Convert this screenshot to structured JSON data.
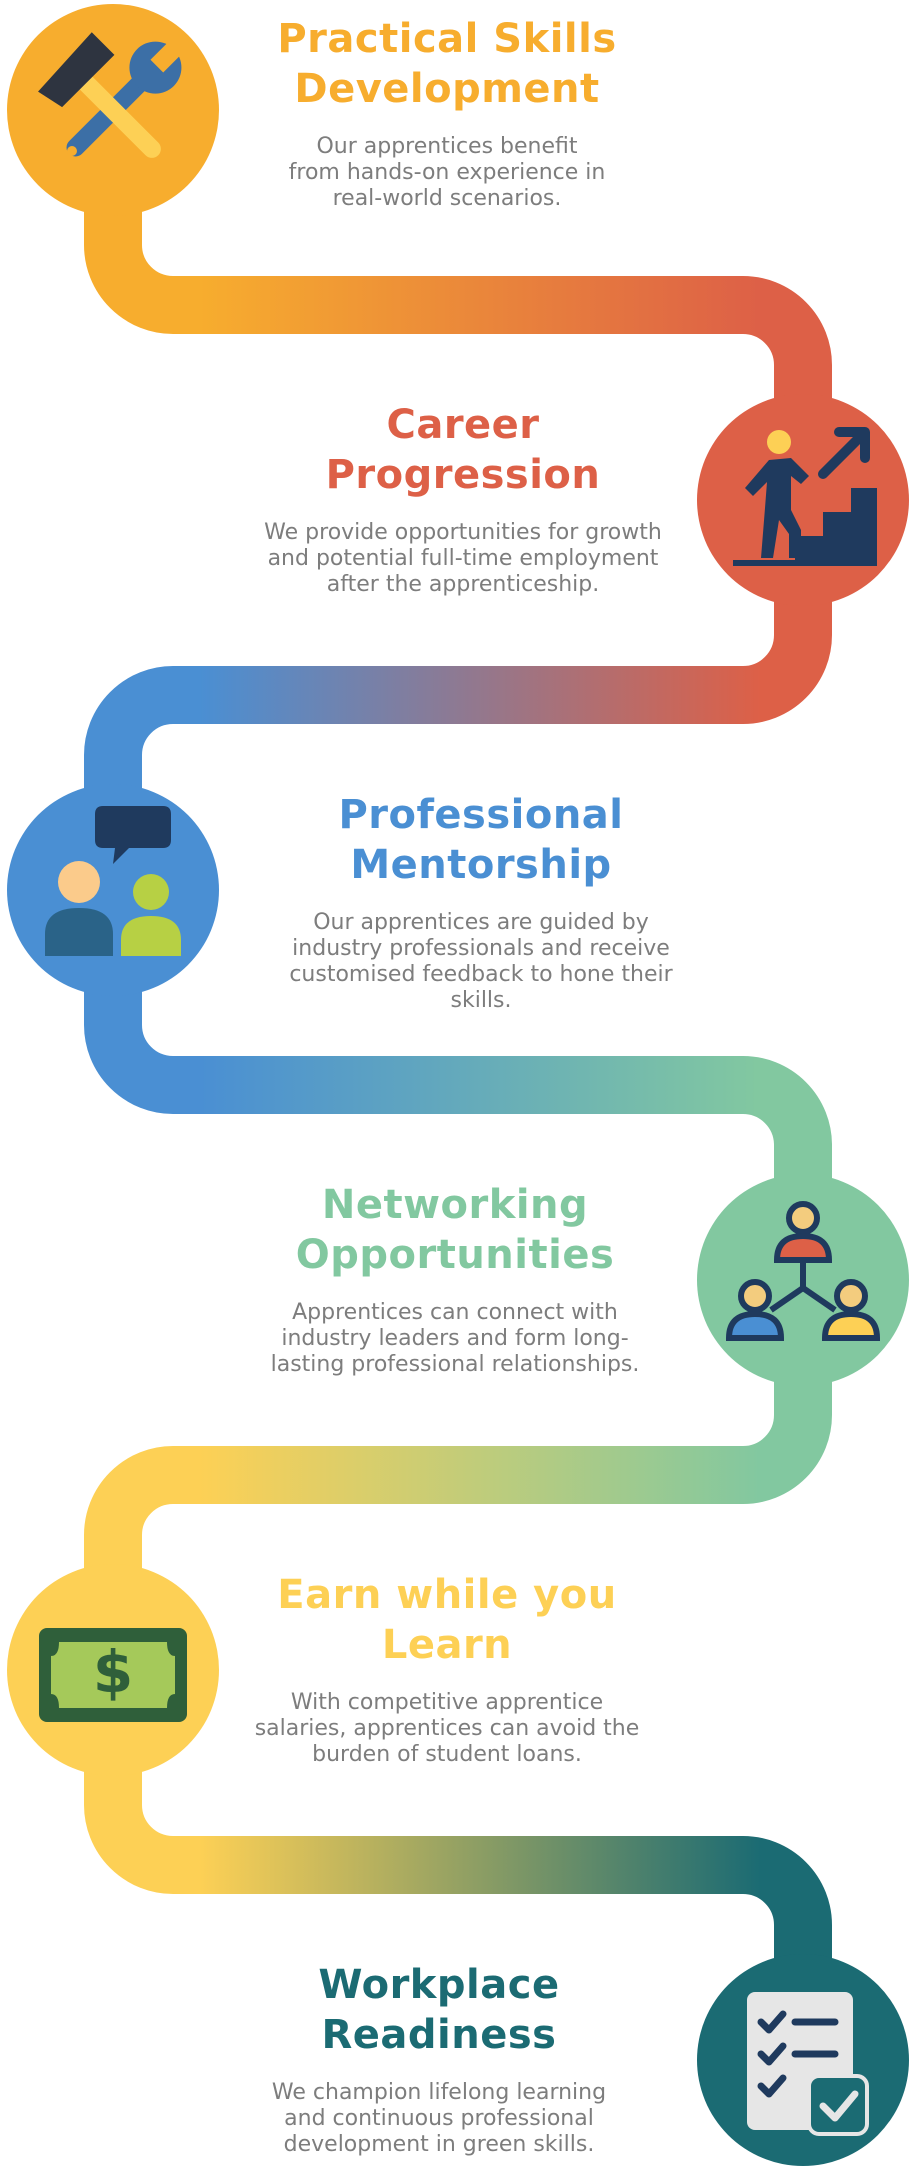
{
  "colors": {
    "orange": "#F7AD2E",
    "red": "#DD6047",
    "blue": "#4A8FD3",
    "green": "#82C8A0",
    "yellow": "#FDD055",
    "teal": "#1B6B73",
    "navy": "#1F3A5E",
    "text_gray": "#7d7d7d"
  },
  "steps": [
    {
      "title": [
        "Practical Skills",
        "Development"
      ],
      "description": [
        "Our apprentices benefit",
        "from hands-on experience in",
        "real-world  scenarios."
      ],
      "icon": "hammer-wrench-icon"
    },
    {
      "title": [
        "Career",
        "Progression"
      ],
      "description": [
        "We provide opportunities for growth",
        "and potential full-time employment",
        "after the apprenticeship."
      ],
      "icon": "career-stairs-icon"
    },
    {
      "title": [
        "Professional",
        "Mentorship"
      ],
      "description": [
        "Our apprentices are guided by",
        "industry professionals and receive",
        "customised feedback to hone their",
        "skills."
      ],
      "icon": "mentorship-chat-icon"
    },
    {
      "title": [
        "Networking",
        "Opportunities"
      ],
      "description": [
        "Apprentices can connect with",
        "industry leaders and form long-",
        "lasting professional relationships."
      ],
      "icon": "network-people-icon"
    },
    {
      "title": [
        "Earn while you",
        "Learn"
      ],
      "description": [
        "With competitive apprentice",
        "salaries, apprentices can avoid the",
        "burden of student loans."
      ],
      "icon": "dollar-bill-icon"
    },
    {
      "title": [
        "Workplace",
        "Readiness"
      ],
      "description": [
        "We champion lifelong learning",
        "and continuous professional",
        "development in green skills."
      ],
      "icon": "checklist-icon"
    }
  ]
}
